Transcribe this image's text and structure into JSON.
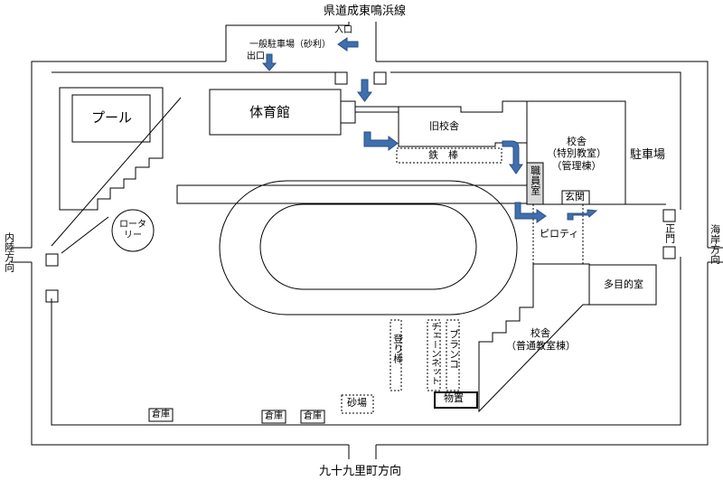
{
  "roads": {
    "north": "県道成東鳴浜線",
    "south": "九十九里町方向",
    "west": "内陸方向",
    "east": "海岸方向"
  },
  "parking_top": {
    "title": "一般駐車場（砂利）",
    "entrance": "入口",
    "exit": "出口"
  },
  "buildings": {
    "pool": "プール",
    "gym": "体育館",
    "old_building": "旧校舎",
    "special_building_line1": "校舎",
    "special_building_line2": "（特別教室）",
    "special_building_line3": "（管理棟）",
    "parking_east": "駐車場",
    "staff_room": "職員室",
    "entrance_hall": "玄関",
    "piloti": "ピロティ",
    "multipurpose": "多目的室",
    "general_building_line1": "校舎",
    "general_building_line2": "（普通教室棟）"
  },
  "grounds": {
    "rotary": "ロータリー",
    "iron_bar": "鉄　棒",
    "climbing_pole": "登り棒",
    "chain_net": "チェーンネット",
    "swing": "ブランコ",
    "sandbox": "砂場",
    "storage": "物置",
    "warehouse_1": "倉庫",
    "warehouse_2": "倉庫",
    "warehouse_3": "倉庫",
    "main_gate": "正門"
  },
  "colors": {
    "arrow": "#3f6fae",
    "arrow_edge": "#2b4f80",
    "staff_room_fill": "#d9d9d9"
  }
}
